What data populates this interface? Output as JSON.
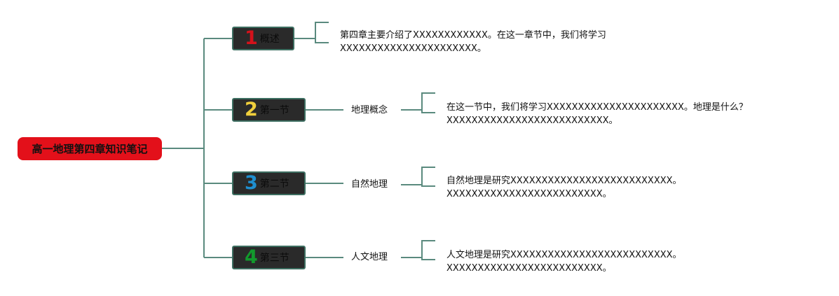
{
  "root": {
    "title": "高一地理第四章知识笔记"
  },
  "sections": [
    {
      "number": "1",
      "number_color": "#d4121b",
      "label": "概述",
      "subtopic": null,
      "description": [
        "第四章主要介绍了XXXXXXXXXXXX。在这一章节中，我们将学习",
        "XXXXXXXXXXXXXXXXXXXXXX。"
      ]
    },
    {
      "number": "2",
      "number_color": "#f0cf3c",
      "label": "第一节",
      "subtopic": "地理概念",
      "description": [
        "在这一节中，我们将学习XXXXXXXXXXXXXXXXXXXXXX。地理是什么？",
        "XXXXXXXXXXXXXXXXXXXXXXXXXX。"
      ]
    },
    {
      "number": "3",
      "number_color": "#1f8fd0",
      "label": "第二节",
      "subtopic": "自然地理",
      "description": [
        "自然地理是研究XXXXXXXXXXXXXXXXXXXXXXXXXX。",
        "XXXXXXXXXXXXXXXXXXXXXXXXX。"
      ]
    },
    {
      "number": "4",
      "number_color": "#129a2d",
      "label": "第三节",
      "subtopic": "人文地理",
      "description": [
        "人文地理是研究XXXXXXXXXXXXXXXXXXXXXXXXXX。",
        "XXXXXXXXXXXXXXXXXXXXXXXXX。"
      ]
    }
  ],
  "colors": {
    "connector": "#5a8a7e",
    "root_bg": "#e3101a",
    "node_bg": "#2a2a2a",
    "node_border": "#3d6e61"
  }
}
